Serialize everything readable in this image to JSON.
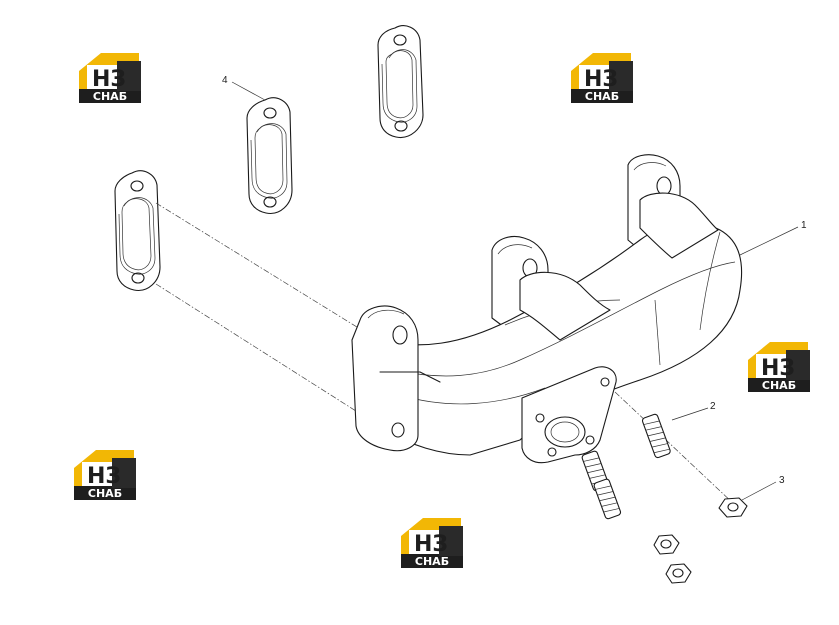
{
  "diagram": {
    "callouts": [
      {
        "id": "1",
        "label": "1"
      },
      {
        "id": "2",
        "label": "2"
      },
      {
        "id": "3",
        "label": "3"
      },
      {
        "id": "4",
        "label": "4"
      }
    ],
    "watermark": {
      "top_text": "НЗ",
      "bottom_text": "СНАБ",
      "colors": {
        "yellow": "#f2b705",
        "dark": "#1e1e1e",
        "white": "#ffffff"
      }
    },
    "colors": {
      "line": "#1a1a1a",
      "background": "#ffffff"
    }
  }
}
